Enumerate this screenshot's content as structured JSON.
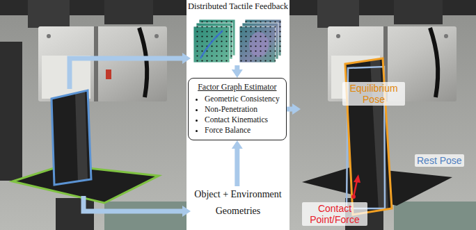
{
  "diagram": {
    "nodes": [
      {
        "text": [
          "Distributed Tactile Feedback"
        ]
      },
      {
        "text": [
          "Factor Graph Estimator",
          "Geometric Consistency",
          "Non-Penetration",
          "Contact Kinematics",
          "Force Balance"
        ]
      },
      {
        "text": [
          "Object + Environment Geometries"
        ]
      },
      {
        "text": [
          "Equilibrium Pose",
          "Rest Pose",
          "Contact Point/Force"
        ]
      }
    ],
    "edges": [
      {
        "from": 0,
        "to": 1,
        "arrow": "to"
      },
      {
        "from": 2,
        "to": 1,
        "arrow": "to"
      },
      {
        "from": 1,
        "to": 3,
        "arrow": "to"
      }
    ]
  }
}
